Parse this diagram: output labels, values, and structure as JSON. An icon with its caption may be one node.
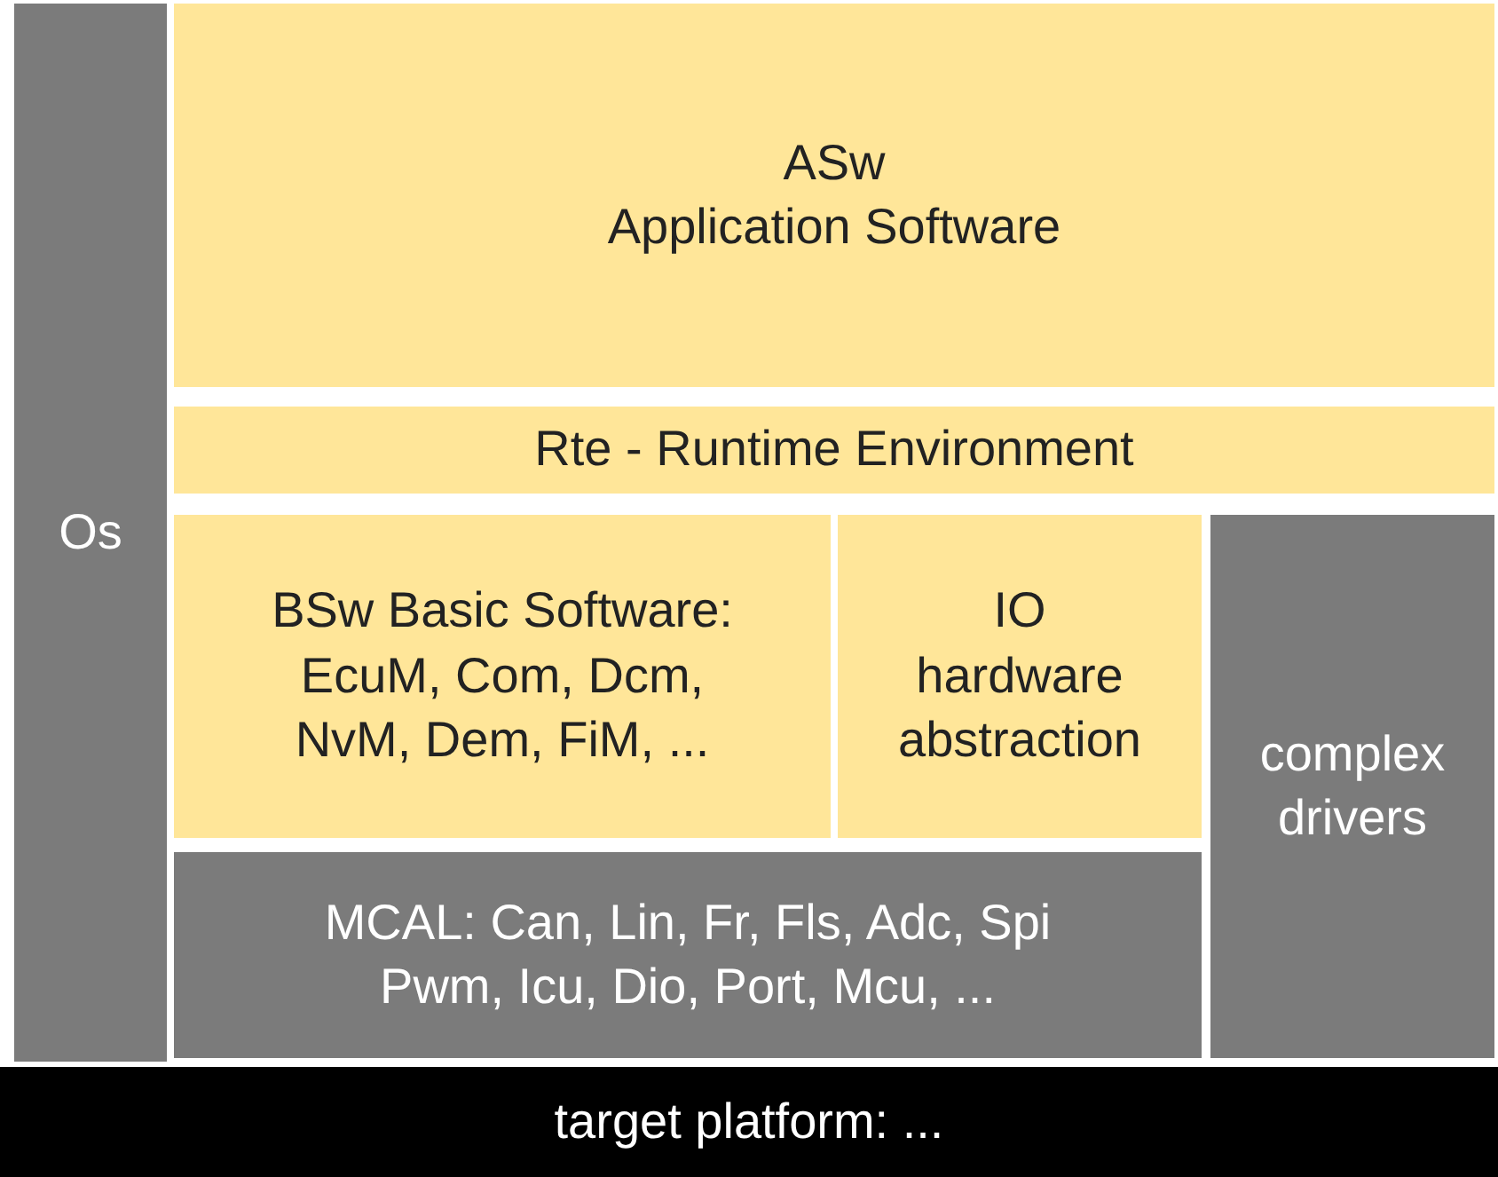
{
  "diagram": {
    "nodes": [
      {
        "text": [
          "Os"
        ]
      },
      {
        "text": [
          "ASw",
          "Application Software"
        ]
      },
      {
        "text": [
          "Rte - Runtime Environment"
        ]
      },
      {
        "text": [
          "BSw Basic Software: EcuM, Com, Dcm, NvM, Dem, FiM, ..."
        ]
      },
      {
        "text": [
          "IO hardware abstraction"
        ]
      },
      {
        "text": [
          "complex drivers"
        ]
      },
      {
        "text": [
          "MCAL: Can, Lin, Fr, Fls, Adc, Spi Pwm, Icu, Dio, Port, Mcu, ..."
        ]
      },
      {
        "text": [
          "target platform: ..."
        ]
      }
    ]
  }
}
